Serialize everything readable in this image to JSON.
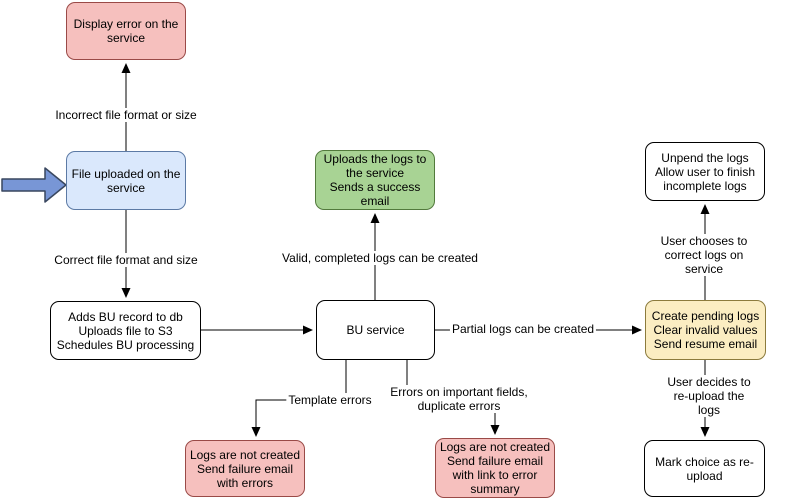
{
  "colors": {
    "pink_fill": "#F6C0BE",
    "pink_stroke": "#9A4A47",
    "blue_fill": "#DAE8FC",
    "blue_stroke": "#5C7AA5",
    "green_fill": "#A8D394",
    "green_stroke": "#527A3C",
    "yellow_fill": "#FBEDC2",
    "yellow_stroke": "#8C7B3D",
    "white_fill": "#FFFFFF",
    "black_stroke": "#000000",
    "fat_arrow_fill": "#7896D6",
    "fat_arrow_stroke": "#39475F"
  },
  "nodes": {
    "display_error": {
      "label": "Display error on the\nservice"
    },
    "file_uploaded": {
      "label": "File uploaded on the\nservice"
    },
    "adds_bu": {
      "label": "Adds BU record to db\nUploads file to S3\nSchedules BU processing"
    },
    "bu_service": {
      "label": "BU service"
    },
    "uploads_logs": {
      "label": "Uploads the logs to\nthe service\nSends a success\nemail"
    },
    "create_pending": {
      "label": "Create pending logs\nClear invalid values\nSend resume email"
    },
    "unpend": {
      "label": "Unpend the logs\nAllow user to finish\nincomplete logs"
    },
    "mark_choice": {
      "label": "Mark choice as re-\nupload"
    },
    "logs_failure_errors": {
      "label": "Logs are not created\nSend failure email\nwith errors"
    },
    "logs_failure_summary": {
      "label": "Logs are not created\nSend failure email\nwith link to error\nsummary"
    }
  },
  "edges": {
    "incorrect_format": {
      "label": "Incorrect file format or size"
    },
    "correct_format": {
      "label": "Correct file format and size"
    },
    "valid_logs": {
      "label": "Valid, completed logs can be created"
    },
    "partial_logs": {
      "label": "Partial logs can be created"
    },
    "template_errors": {
      "label": "Template errors"
    },
    "field_errors": {
      "label": "Errors on important fields,\nduplicate errors"
    },
    "correct_on_service": {
      "label": "User chooses to correct logs on service"
    },
    "reupload": {
      "label": "User decides to re-upload the logs"
    }
  }
}
